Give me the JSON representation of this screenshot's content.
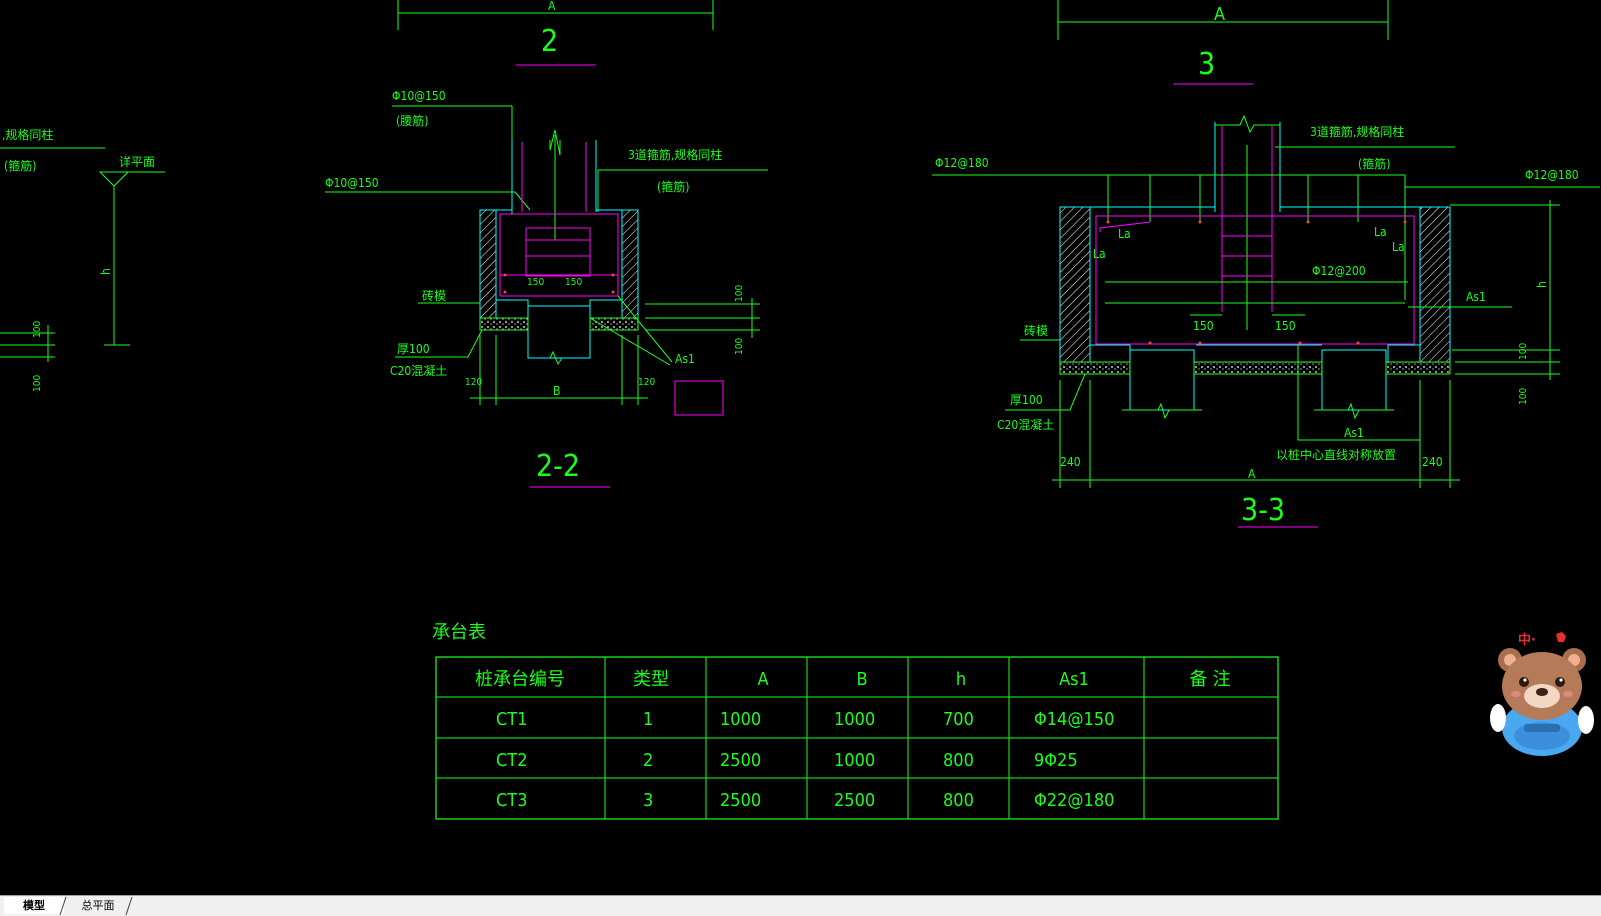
{
  "drawing": {
    "section_2_mark": "2",
    "section_3_mark": "3",
    "section_22_title": "2-2",
    "section_33_title": "3-3",
    "dim_A": "A",
    "dim_B": "B",
    "dim_h": "h",
    "left_partial": {
      "note_rebar": ",规格同柱",
      "note_stirrup": "(箍筋)",
      "note_level": "详平面",
      "dim_100a": "100",
      "dim_100b": "100"
    },
    "sec22": {
      "rebar_top": "Φ10@150",
      "rebar_top_note": "(腰筋)",
      "rebar_mid": "Φ10@150",
      "stirrup_note": "3道箍筋,规格同柱",
      "stirrup_sub": "(箍筋)",
      "brick": "砖模",
      "thick": "厚100",
      "concrete": "C20混凝土",
      "dim_150a": "150",
      "dim_150b": "150",
      "dim_100a": "100",
      "dim_100b": "100",
      "dim_120a": "120",
      "dim_120b": "120",
      "as1": "As1"
    },
    "sec33": {
      "stirrup_note": "3道箍筋,规格同柱",
      "stirrup_sub": "(箍筋)",
      "rebar_left": "Φ12@180",
      "rebar_right": "Φ12@180",
      "rebar_mid": "Φ12@200",
      "la1": "La",
      "la2": "La",
      "la3": "La",
      "la4": "La",
      "brick": "砖模",
      "thick": "厚100",
      "concrete": "C20混凝土",
      "dim_150a": "150",
      "dim_150b": "150",
      "dim_100a": "100",
      "dim_100b": "100",
      "dim_240a": "240",
      "dim_240b": "240",
      "as1a": "As1",
      "as1b": "As1",
      "center_note": "以桩中心直线对称放置"
    }
  },
  "table": {
    "title": "承台表",
    "headers": [
      "桩承台编号",
      "类型",
      "A",
      "B",
      "h",
      "As1",
      "备  注"
    ],
    "rows": [
      [
        "CT1",
        "1",
        "1000",
        "1000",
        "700",
        "Φ14@150",
        ""
      ],
      [
        "CT2",
        "2",
        "2500",
        "1000",
        "800",
        "9Φ25",
        ""
      ],
      [
        "CT3",
        "3",
        "2500",
        "2500",
        "800",
        "Φ22@180",
        ""
      ]
    ]
  },
  "mascot": {
    "badge": "中·"
  },
  "tabs": [
    {
      "label": "模型",
      "active": true
    },
    {
      "label": "总平面",
      "active": false
    }
  ],
  "colors": {
    "background": "#000000",
    "lines": "#1aff1a",
    "rebar": "#ff00ff",
    "outline": "#00ffff",
    "hatch": "#ffffff"
  }
}
